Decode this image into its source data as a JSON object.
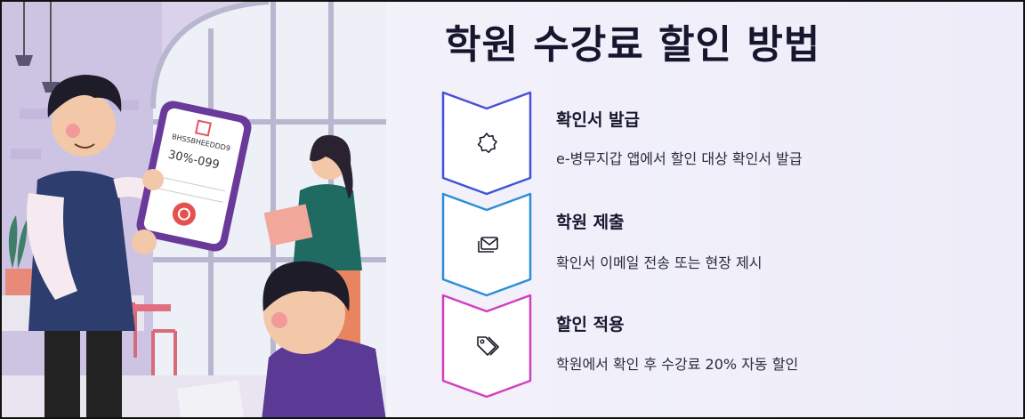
{
  "title": "학원 수강료 할인 방법",
  "illustration": {
    "phone_text_1": "BHSSBHEEDDD9",
    "phone_text_2": "30%-099"
  },
  "steps": [
    {
      "title": "확인서 발급",
      "description": "e-병무지갑 앱에서 할인 대상 확인서 발급",
      "icon": "badge-icon",
      "color": "#4b4fd6"
    },
    {
      "title": "학원 제출",
      "description": "확인서 이메일 전송 또는 현장 제시",
      "icon": "mail-icon",
      "color": "#2a8fd8"
    },
    {
      "title": "할인 적용",
      "description": "학원에서 확인 후 수강료 20% 자동 할인",
      "icon": "tag-icon",
      "color": "#d23fbe"
    }
  ]
}
